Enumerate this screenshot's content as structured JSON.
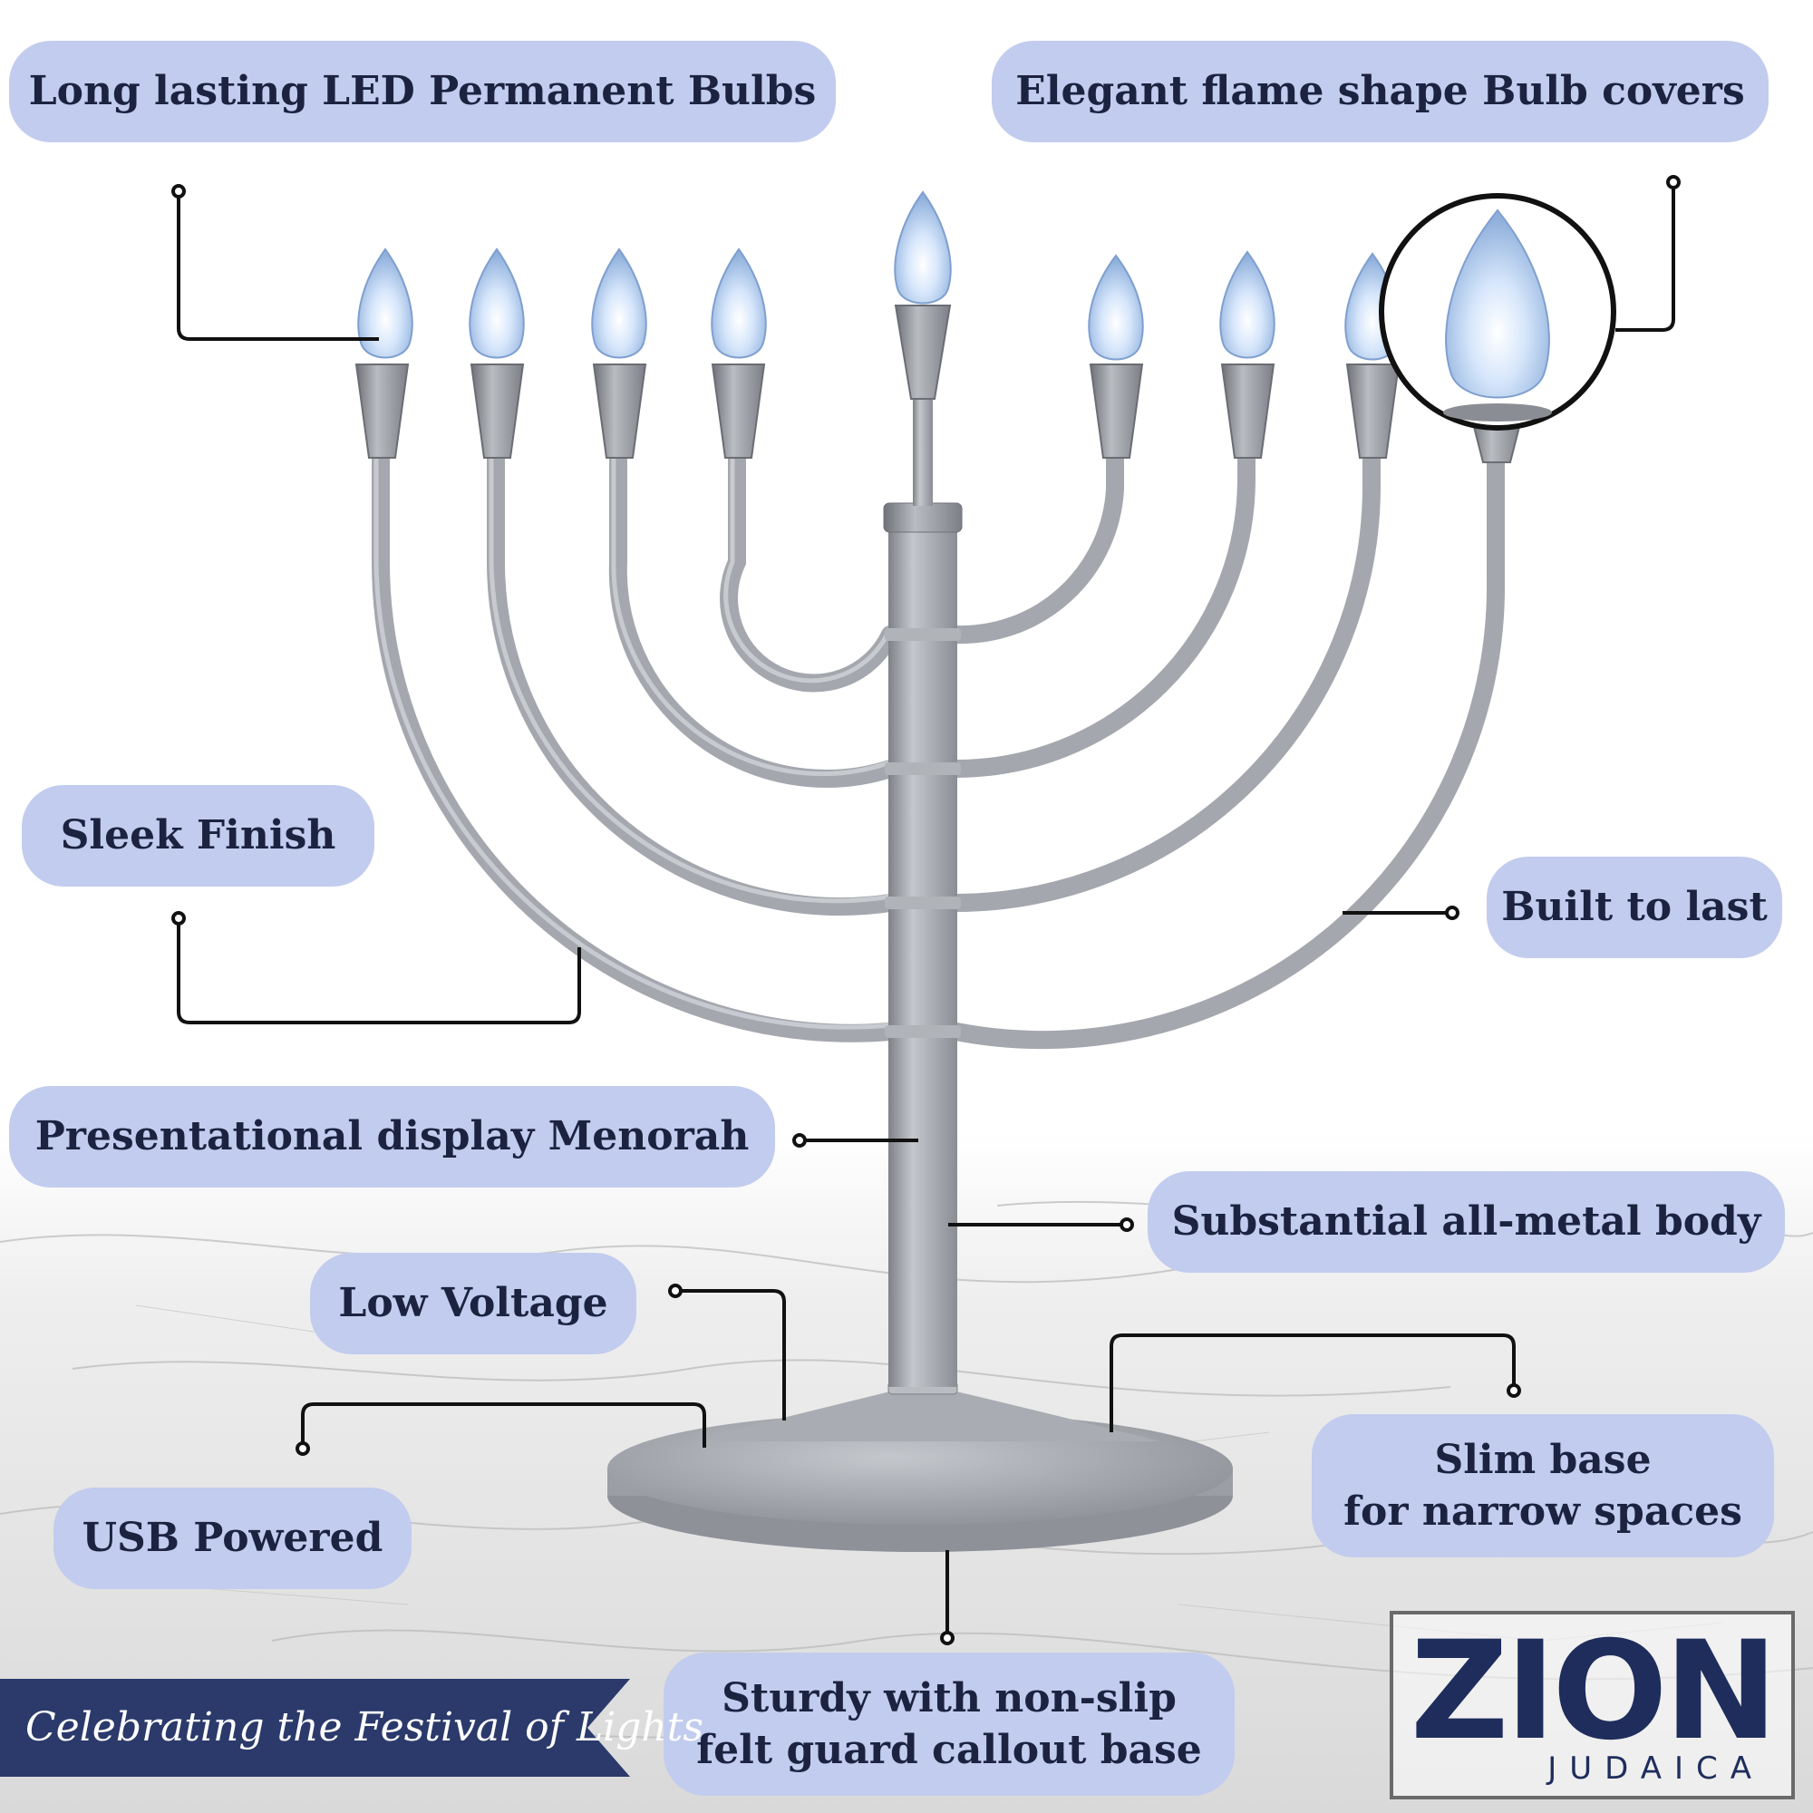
{
  "callouts": {
    "led_bulbs": "Long lasting LED Permanent Bulbs",
    "flame_covers": "Elegant flame shape Bulb covers",
    "sleek_finish": "Sleek Finish",
    "built_to_last": "Built to last",
    "presentational": "Presentational display Menorah",
    "all_metal": "Substantial all-metal body",
    "low_voltage": "Low Voltage",
    "usb_powered": "USB Powered",
    "slim_base_line1": "Slim base",
    "slim_base_line2": "for narrow spaces",
    "sturdy_line1": "Sturdy with non-slip",
    "sturdy_line2": "felt guard callout base"
  },
  "banner": {
    "text": "Celebrating the Festival of Lights"
  },
  "logo": {
    "main": "ZION",
    "sub": "JUDAICA"
  },
  "colors": {
    "callout_bg": "#c2ccee",
    "text_dark": "#1c2340",
    "banner_bg": "#2b3a6b",
    "brand_navy": "#1f2d5c",
    "silver": "#a3a6ac"
  }
}
